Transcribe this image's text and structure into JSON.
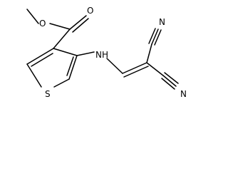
{
  "molecule": {
    "atoms": {
      "carbonyl_oxygen": "O",
      "ester_oxygen": "O",
      "thiophene_sulfur": "S",
      "amine": "NH",
      "nitrile_top_nitrogen": "N",
      "nitrile_bottom_nitrogen": "N"
    }
  }
}
